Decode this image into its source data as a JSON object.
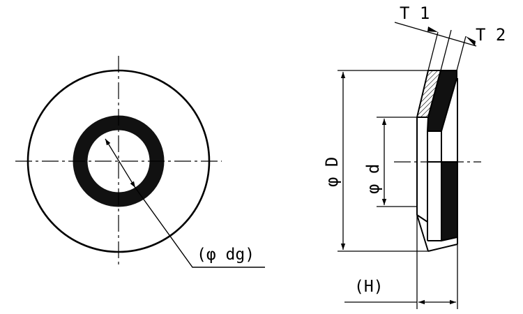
{
  "labels": {
    "seal_bore": "(φ dg)",
    "outer_dia": "φ D",
    "inner_dia": "φ d",
    "thickness_1": "T 1",
    "thickness_2": "T 2",
    "height": "(H)"
  },
  "colors": {
    "line": "#000000",
    "seal": "#111111",
    "background": "#ffffff"
  }
}
